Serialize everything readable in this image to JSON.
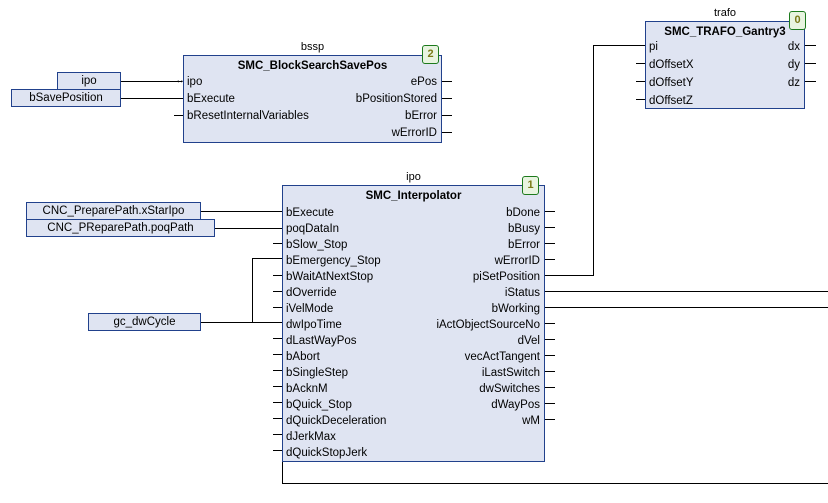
{
  "diagram": {
    "type": "cfc-function-block-diagram",
    "canvas_background": "#ffffff",
    "block_fill": "#dfe4f2",
    "block_border": "#21418c",
    "badge_border": "#1d7a1d",
    "badge_fill": "#e8f4e0",
    "badge_text_color": "#7a7a18"
  },
  "blocks": [
    {
      "id": "bssp",
      "instance": "bssp",
      "type_name": "SMC_BlockSearchSavePos",
      "exec_order": "2",
      "inputs": [
        {
          "name": "ipo",
          "kind": "inout",
          "marker": "inout-arrow-icon"
        },
        {
          "name": "bExecute",
          "kind": "in"
        },
        {
          "name": "bResetInternalVariables",
          "kind": "in"
        }
      ],
      "outputs": [
        {
          "name": "ePos"
        },
        {
          "name": "bPositionStored"
        },
        {
          "name": "bError"
        },
        {
          "name": "wErrorID"
        }
      ]
    },
    {
      "id": "trafo",
      "instance": "trafo",
      "type_name": "SMC_TRAFO_Gantry3",
      "exec_order": "0",
      "inputs": [
        {
          "name": "pi",
          "kind": "in"
        },
        {
          "name": "dOffsetX",
          "kind": "in"
        },
        {
          "name": "dOffsetY",
          "kind": "in"
        },
        {
          "name": "dOffsetZ",
          "kind": "in"
        }
      ],
      "outputs": [
        {
          "name": "dx"
        },
        {
          "name": "dy"
        },
        {
          "name": "dz"
        }
      ]
    },
    {
      "id": "ipo",
      "instance": "ipo",
      "type_name": "SMC_Interpolator",
      "exec_order": "1",
      "inputs": [
        {
          "name": "bExecute",
          "kind": "in"
        },
        {
          "name": "poqDataIn",
          "kind": "in"
        },
        {
          "name": "bSlow_Stop",
          "kind": "in"
        },
        {
          "name": "bEmergency_Stop",
          "kind": "in"
        },
        {
          "name": "bWaitAtNextStop",
          "kind": "in"
        },
        {
          "name": "dOverride",
          "kind": "in"
        },
        {
          "name": "iVelMode",
          "kind": "in"
        },
        {
          "name": "dwIpoTime",
          "kind": "in"
        },
        {
          "name": "dLastWayPos",
          "kind": "in"
        },
        {
          "name": "bAbort",
          "kind": "in"
        },
        {
          "name": "bSingleStep",
          "kind": "in"
        },
        {
          "name": "bAcknM",
          "kind": "in"
        },
        {
          "name": "bQuick_Stop",
          "kind": "in"
        },
        {
          "name": "dQuickDeceleration",
          "kind": "in"
        },
        {
          "name": "dJerkMax",
          "kind": "in"
        },
        {
          "name": "dQuickStopJerk",
          "kind": "in"
        }
      ],
      "outputs": [
        {
          "name": "bDone"
        },
        {
          "name": "bBusy"
        },
        {
          "name": "bError"
        },
        {
          "name": "wErrorID"
        },
        {
          "name": "piSetPosition"
        },
        {
          "name": "iStatus"
        },
        {
          "name": "bWorking"
        },
        {
          "name": "iActObjectSourceNo"
        },
        {
          "name": "dVel"
        },
        {
          "name": "vecActTangent"
        },
        {
          "name": "iLastSwitch"
        },
        {
          "name": "dwSwitches"
        },
        {
          "name": "dWayPos"
        },
        {
          "name": "wM"
        }
      ]
    }
  ],
  "variables": [
    {
      "id": "var-ipo",
      "label": "ipo"
    },
    {
      "id": "var-bsaveposition",
      "label": "bSavePosition"
    },
    {
      "id": "var-xstaripo",
      "label": "CNC_PreparePath.xStarIpo"
    },
    {
      "id": "var-poqpath",
      "label": "CNC_PReparePath.poqPath"
    },
    {
      "id": "var-gcdwcycle",
      "label": "gc_dwCycle"
    }
  ],
  "connections": [
    {
      "from": "var-ipo",
      "to": "bssp.ipo"
    },
    {
      "from": "var-bsaveposition",
      "to": "bssp.bExecute"
    },
    {
      "from": "var-xstaripo",
      "to": "ipo.bExecute"
    },
    {
      "from": "var-poqpath",
      "to": "ipo.poqDataIn"
    },
    {
      "from": "var-gcdwcycle",
      "to": "ipo.dwIpoTime"
    },
    {
      "from": "ipo.piSetPosition",
      "to": "trafo.pi"
    },
    {
      "from": "ipo.iStatus",
      "to": "canvas-right-edge"
    },
    {
      "from": "ipo.bWorking",
      "to": "canvas-right-edge"
    }
  ]
}
